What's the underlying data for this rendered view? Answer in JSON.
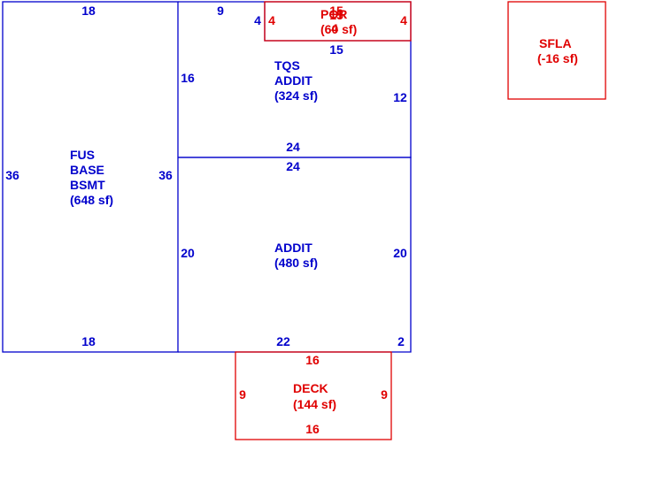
{
  "colors": {
    "blue": "#0000cc",
    "red": "#e00000",
    "background": "#ffffff"
  },
  "areas": {
    "fus_base_bsmt": {
      "line1": "FUS",
      "line2": "BASE",
      "line3": "BSMT",
      "area": "(648 sf)",
      "dims": {
        "top": "18",
        "bottom": "18",
        "left": "36",
        "right": "36"
      }
    },
    "tqs_addit": {
      "line1": "TQS",
      "line2": "ADDIT",
      "area": "(324 sf)",
      "dims": {
        "top": "9",
        "left": "16",
        "right": "12",
        "bottom": "24",
        "step_short": "4",
        "step_long": "15"
      }
    },
    "addit": {
      "line1": "ADDIT",
      "area": "(480 sf)",
      "dims": {
        "top": "24",
        "left": "20",
        "right": "20",
        "bottom": "22",
        "corner": "2"
      }
    },
    "por": {
      "line1": "POR",
      "area": "(60 sf)",
      "dims": {
        "top": "15",
        "overlap_top": "15",
        "left": "4",
        "right": "4",
        "overlap_small": "4"
      }
    },
    "deck": {
      "line1": "DECK",
      "area": "(144 sf)",
      "dims": {
        "top": "16",
        "bottom": "16",
        "left": "9",
        "right": "9"
      }
    },
    "sfla": {
      "line1": "SFLA",
      "area": "(-16 sf)"
    }
  }
}
